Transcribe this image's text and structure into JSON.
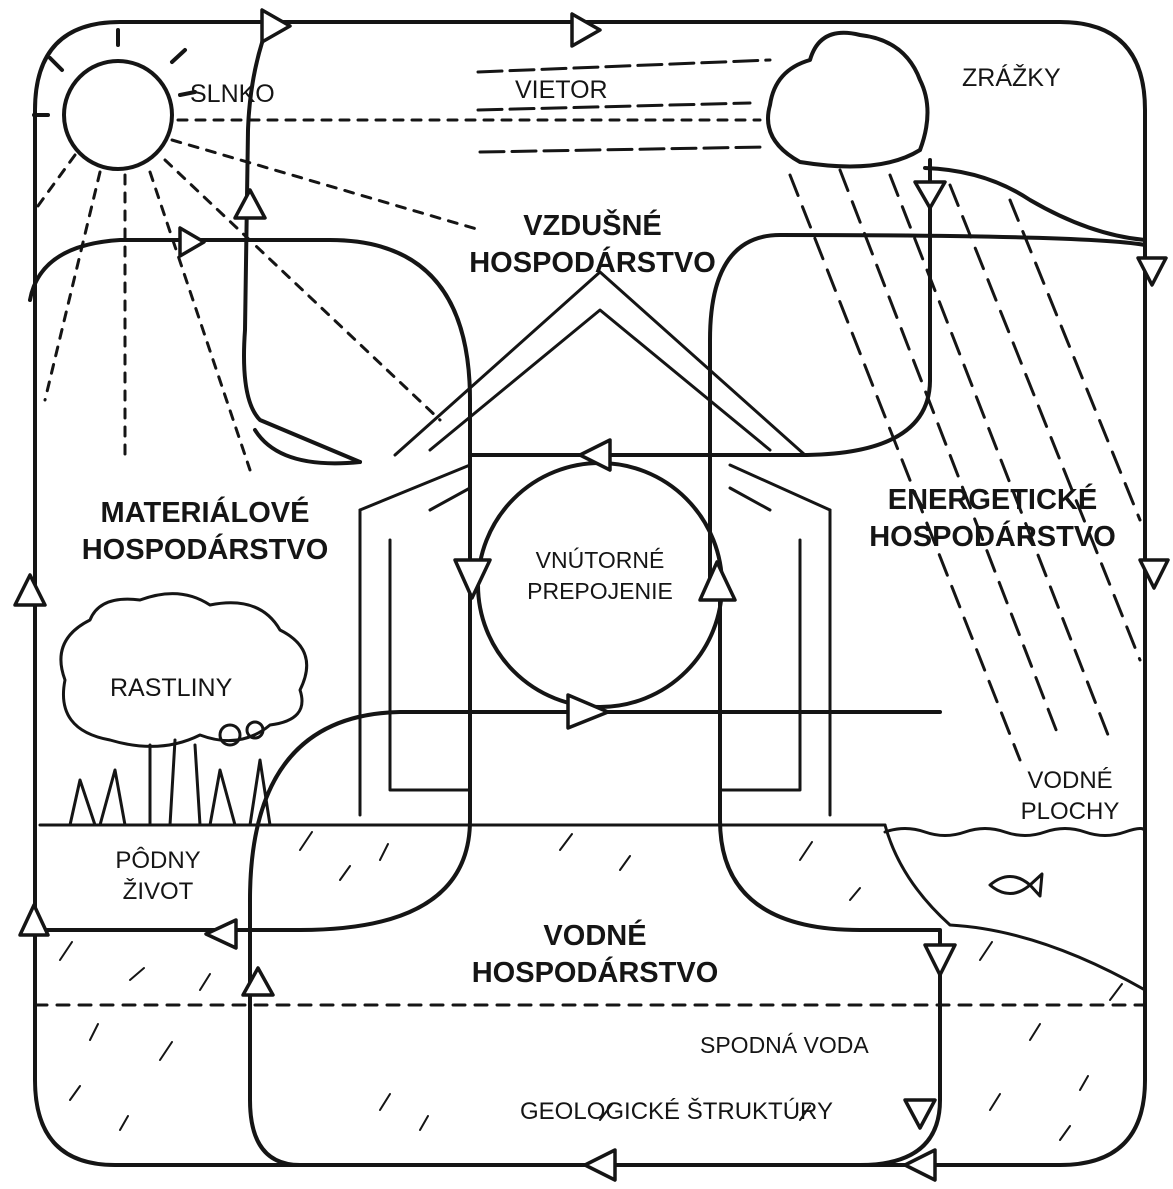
{
  "labels": {
    "sun": "SLNKO",
    "wind": "VIETOR",
    "precipitation": "ZRÁŽKY",
    "air_economy_1": "VZDUŠNÉ",
    "air_economy_2": "HOSPODÁRSTVO",
    "material_economy_1": "MATERIÁLOVÉ",
    "material_economy_2": "HOSPODÁRSTVO",
    "energy_economy_1": "ENERGETICKÉ",
    "energy_economy_2": "HOSPODÁRSTVO",
    "inner_link_1": "VNÚTORNÉ",
    "inner_link_2": "PREPOJENIE",
    "plants": "RASTLINY",
    "soil_life_1": "PÔDNY",
    "soil_life_2": "ŽIVOT",
    "water_surfaces_1": "VODNÉ",
    "water_surfaces_2": "PLOCHY",
    "water_economy_1": "VODNÉ",
    "water_economy_2": "HOSPODÁRSTVO",
    "groundwater": "SPODNÁ VODA",
    "geology": "GEOLOGICKÉ ŠTRUKTÚRY"
  },
  "colors": {
    "ink": "#151515",
    "paper": "#ffffff"
  }
}
